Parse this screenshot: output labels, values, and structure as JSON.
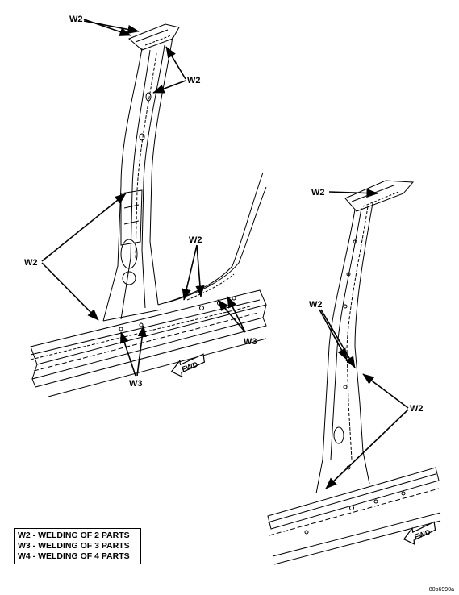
{
  "callouts": {
    "w2_top_left": "W2",
    "w2_top_right": "W2",
    "w2_mid_left": "W2",
    "w2_sill_upper": "W2",
    "w3_sill_right": "W3",
    "w3_sill_lower": "W3",
    "w2_right_top": "W2",
    "w2_right_mid": "W2",
    "w2_right_lower": "W2"
  },
  "fwd_left": "FWD",
  "fwd_right": "FWD",
  "legend": [
    "W2 - WELDING OF 2 PARTS",
    "W3 - WELDING OF 3 PARTS",
    "W4 - WELDING OF 4 PARTS"
  ],
  "reference_id": "80b6990a"
}
